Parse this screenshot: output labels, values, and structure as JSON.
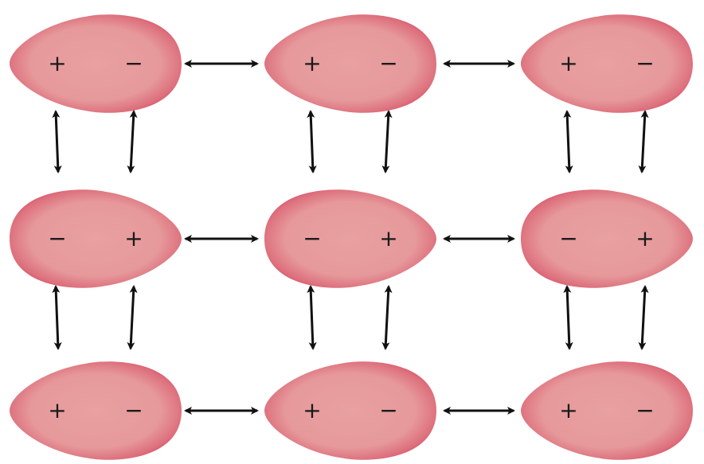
{
  "colors": {
    "molecule_core": "#e8a0a0",
    "molecule_edge": "#d44860",
    "arrow": "#111111",
    "background": "#ffffff"
  },
  "molecules": [
    {
      "row": 1,
      "col": 1,
      "orientation": "points-left",
      "charges": [
        "+",
        "−"
      ]
    },
    {
      "row": 1,
      "col": 2,
      "orientation": "points-left",
      "charges": [
        "+",
        "−"
      ]
    },
    {
      "row": 1,
      "col": 3,
      "orientation": "points-left",
      "charges": [
        "+",
        "−"
      ]
    },
    {
      "row": 2,
      "col": 1,
      "orientation": "points-right",
      "charges": [
        "−",
        "+"
      ]
    },
    {
      "row": 2,
      "col": 2,
      "orientation": "points-right",
      "charges": [
        "−",
        "+"
      ]
    },
    {
      "row": 2,
      "col": 3,
      "orientation": "points-right",
      "charges": [
        "−",
        "+"
      ]
    },
    {
      "row": 3,
      "col": 1,
      "orientation": "points-left",
      "charges": [
        "+",
        "−"
      ]
    },
    {
      "row": 3,
      "col": 2,
      "orientation": "points-left",
      "charges": [
        "+",
        "−"
      ]
    },
    {
      "row": 3,
      "col": 3,
      "orientation": "points-left",
      "charges": [
        "+",
        "−"
      ]
    }
  ],
  "arrow_style": "double-headed"
}
